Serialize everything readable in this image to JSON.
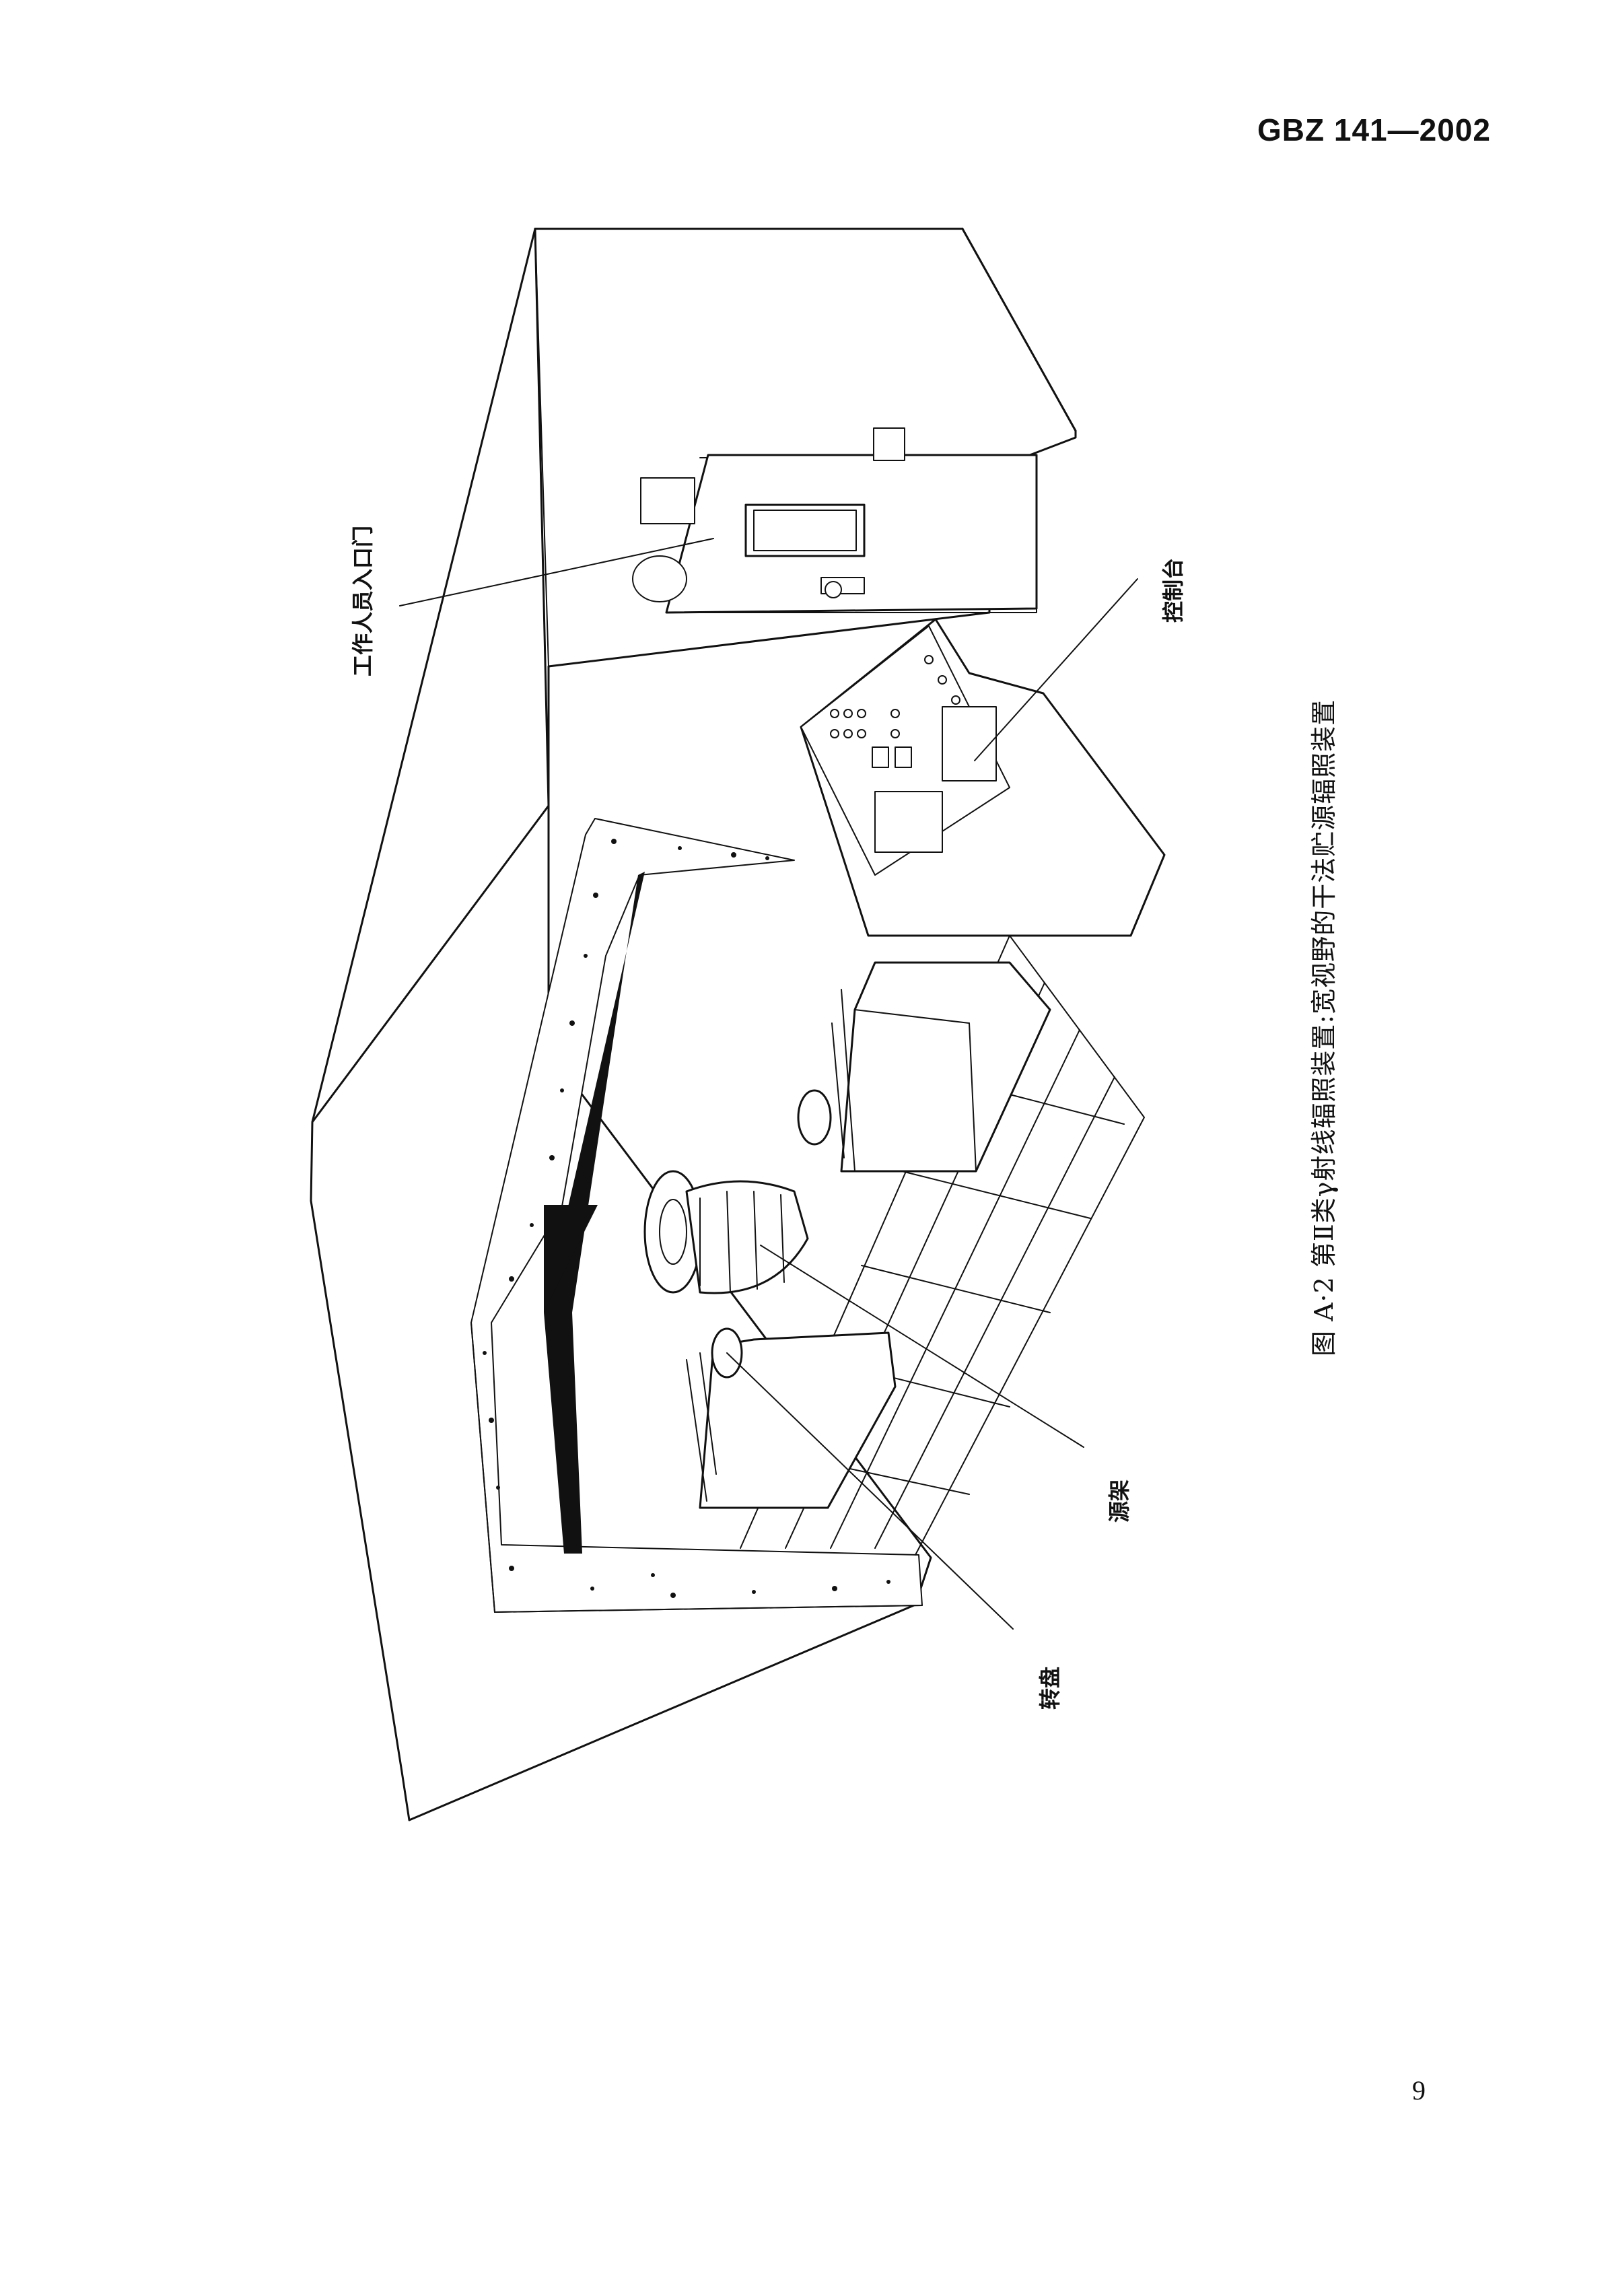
{
  "header": {
    "doc_code": "GBZ 141—2002"
  },
  "figure": {
    "caption": "图 A·2  第Ⅱ类γ射线辐照装置:宽视野的干法贮源辐照装置",
    "labels": {
      "entrance_door": "工作人员入口门",
      "control_console": "控制台",
      "source_rack": "源架",
      "turntable": "转盘"
    }
  },
  "footer": {
    "page_number": "9"
  }
}
